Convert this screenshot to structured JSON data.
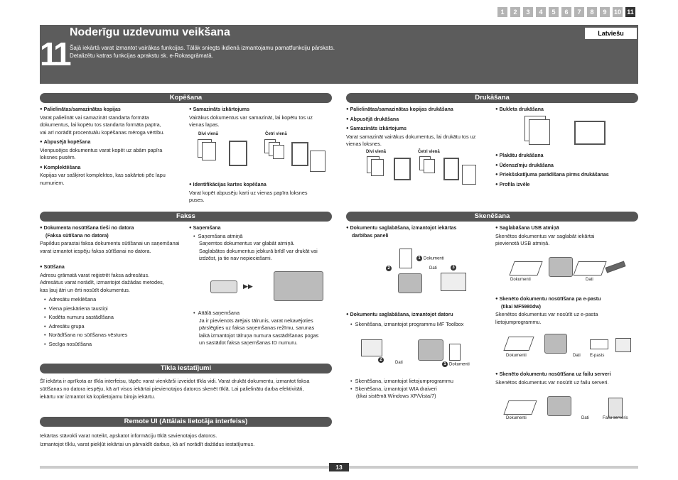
{
  "tabs": [
    "1",
    "2",
    "3",
    "4",
    "5",
    "6",
    "7",
    "8",
    "9",
    "10",
    "11"
  ],
  "active_tab": "11",
  "chapter": {
    "number": "11",
    "title": "Noderīgu uzdevumu veikšana",
    "desc1": "Šajā iekārtā varat izmantot vairākas funkcijas. Tālāk sniegts ikdienā izmantojamu pamatfunkciju pārskats.",
    "desc2": "Detalizētu katras funkcijas aprakstu sk. e-Rokasgrāmatā.",
    "language": "Latviešu"
  },
  "copy": {
    "title": "Kopēšana",
    "s1_title": "Palielinātas/samazinātas kopijas",
    "s1_l1": "Varat palielināt vai samazināt standarta formāta",
    "s1_l2": "dokumentus, lai kopētu tos standarta formāta papīra,",
    "s1_l3": "vai arī norādīt procentuālu kopēšanas mēroga vērtību.",
    "s2_title": "Abpusējā kopēšana",
    "s2_l1": "Vienpusējos dokumentus varat kopēt uz abām papīra",
    "s2_l2": "loksnes pusēm.",
    "s3_title": "Komplektēšana",
    "s3_l1": "Kopijas var sašķirot komplektos, kas sakārtoti pēc lapu",
    "s3_l2": "numuriem.",
    "s4_title": "Samazināts izkārtojums",
    "s4_l1": "Vairākus dokumentus var samazināt, lai kopētu tos uz",
    "s4_l2": "vienas lapas.",
    "two": "Divi vienā",
    "four": "Četri vienā",
    "s5_title": "Identifikācijas kartes kopēšana",
    "s5_l1": "Varat kopēt abpusēju karti uz vienas papīra loksnes",
    "s5_l2": "puses."
  },
  "print": {
    "title": "Drukāšana",
    "p1": "Palielinātas/samazinātas kopijas drukāšana",
    "p2": "Abpusējā drukāšana",
    "p3": "Samazināts izkārtojums",
    "p3_l1": "Varat samazināt vairākus dokumentus, lai drukātu tos uz",
    "p3_l2": "vienas loksnes.",
    "two": "Divi vienā",
    "four": "Četri vienā",
    "p4": "Bukleta drukāšana",
    "p5": "Plakātu drukāšana",
    "p6": "Ūdenszīmju drukāšana",
    "p7": "Priekšskatījuma parādīšana pirms drukāšanas",
    "p8": "Profila izvēle"
  },
  "fax": {
    "title": "Fakss",
    "f1_title": "Dokumenta nosūtīšana tieši no datora",
    "f1_sub": "(Faksa sūtīšana no datora)",
    "f1_l1": "Papildus parastai faksa dokumentu sūtīšanai un saņemšanai",
    "f1_l2": "varat izmantot iespēju faksa sūtīšanai no datora.",
    "f2_title": "Sūtīšana",
    "f2_l1": "Adresu grāmatā varat reģistrēt faksa adresātus.",
    "f2_l2": "Adresātus varat norādīt, izmantojot dažādas metodes,",
    "f2_l3": "kas ļauj ātri un ērti nosūtīt dokumentus.",
    "f2_items": [
      "Adresātu meklēšana",
      "Viena pieskāriena taustiņi",
      "Kodēta numuru sastādīšana",
      "Adresātu grupa",
      "Norādīšana no sūtīšanas vēstures",
      "Secīga nosūtīšana"
    ],
    "f3_title": "Saņemšana",
    "f3_a": "Saņemšana atmiņā",
    "f3_a1": "Saņemtos dokumentus var glabāt atmiņā.",
    "f3_a2": "Saglabātos dokumentus jebkurā brīdī var drukāt vai",
    "f3_a3": "izdzēst, ja tie nav nepieciešami.",
    "f3_b": "Attālā saņemšana",
    "f3_b1": "Ja ir pievienots ārējais tālrunis, varat nekavējoties",
    "f3_b2": "pārslēgties uz faksa saņemšanas režīmu, sarunas",
    "f3_b3": "laikā izmantojot tālruņa numura sastādīšanas pogas",
    "f3_b4": "un sastādot faksa saņemšanas ID numuru."
  },
  "scan": {
    "title": "Skenēšana",
    "c1": "Dokumentu saglabāšana, izmantojot iekārtas",
    "c1b": "darbības paneli",
    "doc": "Dokumenti",
    "data": "Dati",
    "c2": "Dokumentu saglabāšana, izmantojot datoru",
    "c2_a": "Skenēšana, izmantojot programmu MF Toolbox",
    "c2_b": "Skenēšana, izmantojot lietojumprogrammu",
    "c2_c": "Skenēšana, izmantojot WIA draiveri",
    "c2_d": "(tikai sistēmā Windows XP/Vista/7)",
    "u1": "Saglabāšana USB atmiņā",
    "u1_l1": "Skenētos dokumentus var saglabāt iekārtai",
    "u1_l2": "pievienotā USB atmiņā.",
    "u2": "Skenēto dokumentu nosūtīšana pa e-pastu",
    "u2b": "(tikai MF5980dw)",
    "u2_l1": "Skenētos dokumentus var nosūtīt uz e-pasta",
    "u2_l2": "lietojumprogrammu.",
    "email": "E-pasts",
    "u3": "Skenēto dokumentu nosūtīšana uz failu serveri",
    "u3_l1": "Skenētos dokumentus var nosūtīt uz failu serveri.",
    "server": "Failu serveris"
  },
  "network": {
    "title": "Tīkla iestatījumi",
    "l1": "Šī iekārta ir aprīkota ar tīkla interfeisu, tāpēc varat vienkārši izveidot tīkla vidi. Varat drukāt dokumentu, izmantot faksa",
    "l2": "sūtīšanas no datora iespēju, kā arī visos iekārtai pievienotajos datoros skenēt tīklā. Lai palielinātu darba efektivitāti,",
    "l3": "iekārtu var izmantot kā koplietojamu biroja iekārtu."
  },
  "remote": {
    "title": "Remote UI (Attālais lietotāja interfeiss)",
    "l1": "Iekārtas stāvokli varat noteikt, apskatot informāciju tīklā savienotajos datoros.",
    "l2": "Izmantojot tīklu, varat piekļūt iekārtai un pārvaldīt darbus, kā arī norādīt dažādus iestatījumus."
  },
  "page_number": "13"
}
